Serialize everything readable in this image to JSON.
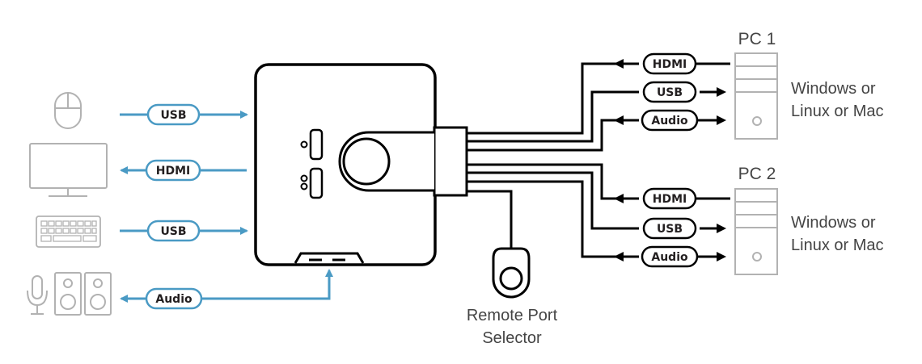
{
  "peripherals": {
    "mouse_label": "USB",
    "monitor_label": "HDMI",
    "keyboard_label": "USB",
    "audio_label": "Audio"
  },
  "pc1": {
    "title": "PC 1",
    "os_line1": "Windows or",
    "os_line2": "Linux or Mac",
    "hdmi_label": "HDMI",
    "usb_label": "USB",
    "audio_label": "Audio"
  },
  "pc2": {
    "title": "PC 2",
    "os_line1": "Windows or",
    "os_line2": "Linux or Mac",
    "hdmi_label": "HDMI",
    "usb_label": "USB",
    "audio_label": "Audio"
  },
  "remote": {
    "line1": "Remote Port",
    "line2": "Selector"
  },
  "colors": {
    "peripheral_cable": "#4a9ac4",
    "pc_cable": "#000000",
    "device_outline": "#b2b2b2",
    "switch_outline": "#000000"
  }
}
